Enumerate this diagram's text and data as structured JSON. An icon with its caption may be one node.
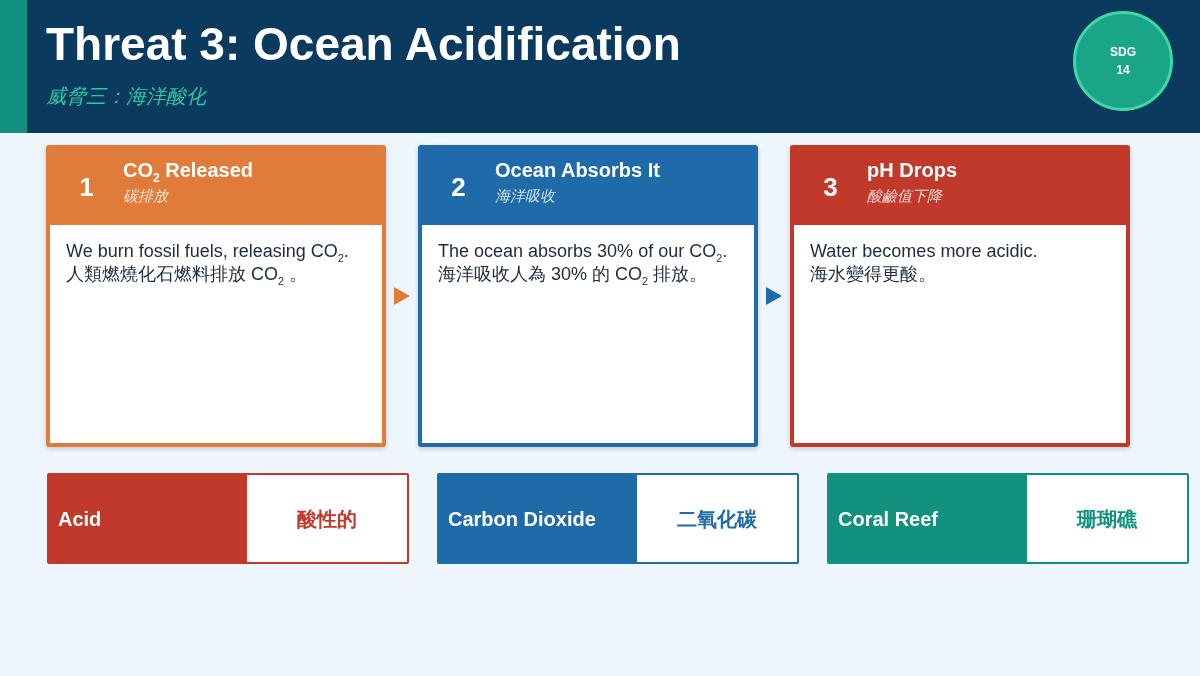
{
  "diagram": {
    "title": "Threat 3: Ocean Acidification",
    "nodes": [
      {
        "text": [
          "SDG 14"
        ]
      },
      {
        "text": [
          "1",
          "CO$_{2}$ Released",
          "碳排放",
          "We burn fossil fuels, releasing CO$_{2}$.",
          "人類燃燒化石燃料排放 CO$_{2}$ 。"
        ]
      },
      {
        "text": [
          "2",
          "Ocean Absorbs It",
          "海洋吸收",
          "The ocean absorbs 30% of our CO$_{2}$.",
          "海洋吸收人為 30% 的 CO$_{2}$ 排放。"
        ]
      },
      {
        "text": [
          "3",
          "pH Drops",
          "酸鹼值下降",
          "Water becomes more acidic.",
          "海水變得更酸。"
        ]
      },
      {
        "text": [
          "Acid",
          "酸性的"
        ]
      },
      {
        "text": [
          "Carbon Dioxide",
          "二氧化碳"
        ]
      },
      {
        "text": [
          "Coral Reef",
          "珊瑚礁"
        ]
      }
    ],
    "edges": [
      {
        "from": 1,
        "to": 2,
        "arrow": "to",
        "color": "#e07b39"
      },
      {
        "from": 2,
        "to": 3,
        "arrow": "to",
        "color": "#1f6aa8"
      }
    ],
    "labels": [
      "威脅三：海洋酸化"
    ]
  }
}
